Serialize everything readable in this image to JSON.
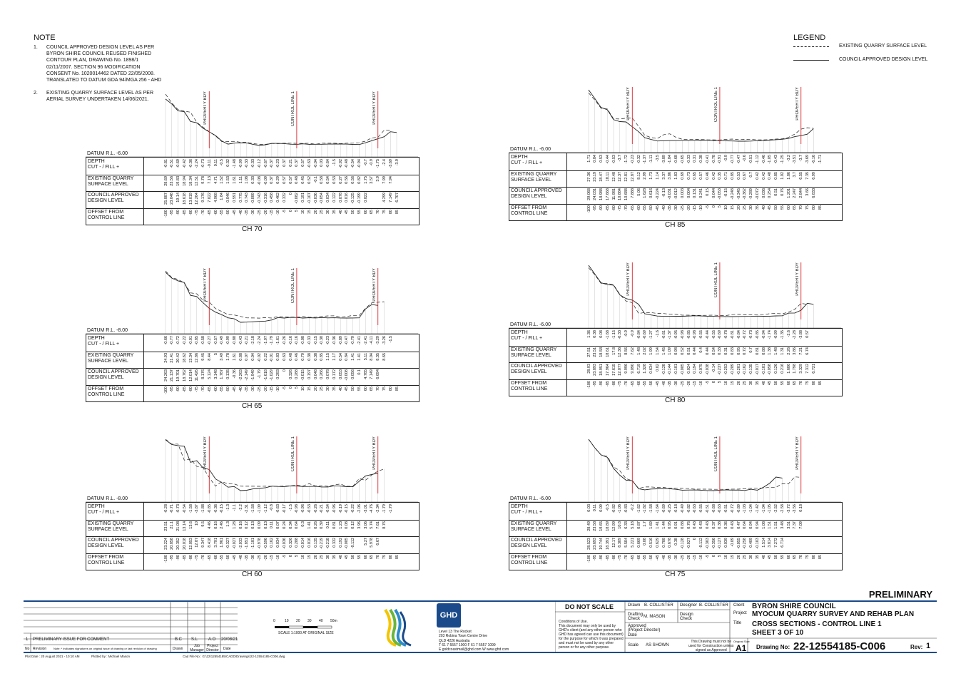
{
  "note": {
    "title": "NOTE",
    "items": [
      {
        "num": "1.",
        "text": "COUNCIL APPROVED DESIGN LEVEL AS PER\nBYRON SHIRE COUNCIL REUSED FINISHED\nCONTOUR PLAN, DRAWING No. 1898/1\n02/11/2007. SECTION 96 MODIFICATION\nCONSENT No. 1020014462 DATED 22/05/2008.\nTRANSLATED TO DATUM GDA 94/MGA z56 - AHD"
      },
      {
        "num": "2.",
        "text": "EXISTING QUARRY SURFACE LEVEL AS PER\nAERIAL SURVEY UNDERTAKEN 14/06/2021."
      }
    ]
  },
  "legend": {
    "title": "LEGEND",
    "items": [
      {
        "label": "EXISTING QUARRY SURFACE LEVEL",
        "style": "dashed"
      },
      {
        "label": "COUNCIL APPROVED DESIGN LEVEL",
        "style": "solid"
      }
    ]
  },
  "row_labels": [
    "DEPTH\nCUT - / FILL +",
    "EXISTING QUARRY\nSURFACE LEVEL",
    "COUNCIL APPROVED\nDESIGN LEVEL",
    "OFFSET FROM\nCONTROL LINE"
  ],
  "markers": {
    "property_bdy": "PROPERTY BDY",
    "control_line": "CONTROL LINE 1"
  },
  "offsets": [
    "-100",
    "-95",
    "-90",
    "-85",
    "-80",
    "-75",
    "-70",
    "-65",
    "-60",
    "-55",
    "-50",
    "-45",
    "-40",
    "-35",
    "-30",
    "-25",
    "-20",
    "-15",
    "-10",
    "-5",
    "0",
    "5",
    "10",
    "15",
    "20",
    "25",
    "30",
    "35",
    "40",
    "45",
    "50",
    "55",
    "60",
    "65",
    "70",
    "75",
    "80",
    "85"
  ],
  "sections": [
    {
      "name": "CH 70",
      "datum": "DATUM R.L. -6.00",
      "depth": [
        "-0.81",
        "-0.51",
        "-0.69",
        "-0.42",
        "-0.36",
        "-2.24",
        "-0.73",
        "-0.11",
        "0.11",
        "-0.5",
        "0.32",
        "-1.48",
        "-0.99",
        "-0.33",
        "-0.33",
        "-0.12",
        "-0.67",
        "-0.37",
        "-0.23",
        "0.37",
        "0.21",
        "0.37",
        "0.57",
        "-0.63",
        "-0.04",
        "0.03",
        "-0.64",
        "-1.5",
        "-0.92",
        "-0.48",
        "-0.54",
        "-0.94",
        "-0.7",
        "-0.9",
        "-1.75",
        "-2.4",
        "-3.69",
        "-3.9"
      ],
      "existing": [
        "28.69",
        "23.56",
        "19.83",
        "18.94",
        "18.34",
        "12.51",
        "9.78",
        "7.13",
        "4.71",
        "1.52",
        "1.53",
        "1.61",
        "1.11",
        "1.08",
        "0.33",
        "-0.08",
        "-0.09",
        "0.37",
        "0.29",
        "0.57",
        "0.57",
        "0.48",
        "0.45",
        "0.52",
        "-0.1",
        "0.58",
        "0.54",
        "0.53",
        "0.27",
        "0.56",
        "0.56",
        "0.82",
        "1.75",
        "3.57",
        "3.9",
        "7.99",
        "7.94",
        ""
      ],
      "design": [
        "25.887",
        "23.048",
        "19.14",
        "18.618",
        "13.019",
        "12.264",
        "9.176",
        "7.022",
        "4.968",
        "1.84",
        "0.046",
        "0.591",
        "0.775",
        "0.743",
        "-0.089",
        "-0.743",
        "-0.316",
        "0.458",
        "0.462",
        "0.332",
        "0",
        "-0.082",
        "0.191",
        "-0.107",
        "-0.036",
        "-0.054",
        "0.034",
        "0.122",
        "0.078",
        "0.016",
        "-0.125",
        "-0.199",
        "0.822",
        "",
        "",
        "4.299",
        "7.149",
        "6.707"
      ]
    },
    {
      "name": "CH 85",
      "datum": "DATUM R.L. -6.00",
      "depth": [
        "1.71",
        "0.84",
        "0.53",
        "-0.44",
        "-0.53",
        "-3.7",
        "-1.72",
        "-0.23",
        "-0.32",
        "-1.37",
        "-1.11",
        "-3.5",
        "-3.89",
        "-1.84",
        "-0.68",
        "-0.65",
        "-0.33",
        "0.31",
        "-0.38",
        "-0.41",
        "-0.78",
        "-0.91",
        "-0.9",
        "-0.77",
        "-0.47",
        "-0.6",
        "-0.51",
        "-1.12",
        "-0.46",
        "-1.05",
        "-0.43",
        "-1.25",
        "-3.2",
        "-3.51",
        "-3.7",
        "-3.69",
        "-6.16",
        "-1.71"
      ],
      "existing": [
        "27.36",
        "23.19",
        "18.47",
        "18.11",
        "12.48",
        "12.37",
        "12.81",
        "12.87",
        "8.12",
        "2.99",
        "1.73",
        "1.14",
        "3.37",
        "3.86",
        "1.83",
        "0.69",
        "0.73",
        "0.65",
        "0.57",
        "0.46",
        "0.42",
        "0.35",
        "0.71",
        "0.85",
        "0.53",
        "0.67",
        "0.7",
        "0.42",
        "0.42",
        "0.48",
        "0.85",
        "1.02",
        "1.86",
        "3.7",
        "6.55",
        "7.35",
        "6.99",
        ""
      ],
      "design": [
        "29.068",
        "24.031",
        "18.988",
        "17.668",
        "11.981",
        "10.884",
        "10.688",
        "7.888",
        "5.06",
        "1.628",
        "0.616",
        "-0.224",
        "-0.13",
        "-0.031",
        "-0.012",
        "0.003",
        "0.004",
        "0.131",
        "0.241",
        "0.15",
        "0.044",
        "-0.053",
        "-0.15",
        "-0.248",
        "-0.345",
        "-0.362",
        "-0.289",
        "-0.072",
        "0.036",
        "0.254",
        "0.51",
        "0.76",
        "1.201",
        "2.247",
        "2.844",
        "3.66",
        "6.833",
        ""
      ]
    },
    {
      "name": "CH 65",
      "datum": "DATUM R.L. -8.00",
      "depth": [
        "-0.66",
        "-0.77",
        "-0.72",
        "-0.22",
        "-0.01",
        "-0.85",
        "-0.58",
        "-0.27",
        "-0.57",
        "-0.49",
        "-0.99",
        "-0.88",
        "-0.43",
        "-0.21",
        "-2.18",
        "-2.24",
        "-1.97",
        "-1.79",
        "-1.61",
        "-0.26",
        "-0.16",
        "-0.16",
        "-0.08",
        "-0.33",
        "-0.15",
        "-0.38",
        "-0.23",
        "-0.36",
        "-0.89",
        "-0.47",
        "-0.79",
        "-2.41",
        "-2.41",
        "-4.11",
        "-3.29",
        "-3.26",
        "-1.5",
        ""
      ],
      "existing": [
        "24.93",
        "21.41",
        "20.42",
        "18.62",
        "13.34",
        "12.86",
        "9.45",
        "8.44",
        "5",
        "3.49",
        "1.78",
        "1.61",
        "0.88",
        "0.07",
        "0.04",
        "-0.02",
        "0.22",
        "-0.01",
        "0.83",
        "0.63",
        "0.48",
        "0.46",
        "0.79",
        "0.38",
        "0.38",
        "0.85",
        "1.15",
        "1.17",
        "0.54",
        "0.84",
        "1.41",
        "1.41",
        "5.11",
        "8.04",
        "8.35",
        "8.65",
        "",
        ""
      ],
      "design": [
        "24.263",
        "21.137",
        "19.701",
        "18.762",
        "12.014",
        "11.426",
        "8.176",
        "5.124",
        "3.148",
        "1.787",
        "0.135",
        "-0.36",
        "-2.263",
        "-2.149",
        "-1.949",
        "-1.79",
        "-1.618",
        "-1.029",
        "0.283",
        "0",
        "0.326",
        "0.288",
        "-0.015",
        "0.197",
        "0.048",
        "0.266",
        "0.078",
        "0.172",
        "0.053",
        "-0.008",
        "0.056",
        "0.1",
        "4.785",
        "7.149",
        "6.694",
        "",
        "",
        ""
      ]
    },
    {
      "name": "CH 80",
      "datum": "DATUM R.L. -6.00",
      "depth": [
        "1.36",
        "0.38",
        "0.08",
        "-1.68",
        "-1.15",
        "-0.33",
        "-0.9",
        "-0.9",
        "-0.84",
        "-0.69",
        "-1.27",
        "-1.6",
        "-0.61",
        "-1.37",
        "-0.95",
        "-0.98",
        "-0.85",
        "-0.98",
        "-0.55",
        "-0.44",
        "-0.55",
        "-0.69",
        "-0.78",
        "-0.81",
        "-0.84",
        "-0.72",
        "-0.73",
        "-0.85",
        "-0.94",
        "-1.74",
        "-0.99",
        "-1.35",
        "-2.6",
        "-2.28",
        "-3.88",
        "0.57",
        "",
        ""
      ],
      "existing": [
        "27.51",
        "23.51",
        "18.58",
        "18.61",
        "17.8",
        "12.36",
        "8.56",
        "7.62",
        "1.48",
        "2.02",
        "1.99",
        "1.54",
        "1.45",
        "1.09",
        "0.98",
        "0.52",
        "0.51",
        "0.44",
        "0.4",
        "0.44",
        "0.54",
        "0.33",
        "0.31",
        "0.83",
        "0.95",
        "0.72",
        "0.7",
        "0.81",
        "0.88",
        "1.38",
        "1.48",
        "1.31",
        "2.26",
        "3.86",
        "7.21",
        "6.74",
        "",
        ""
      ],
      "design": [
        "28.93",
        "23.893",
        "18.951",
        "17.964",
        "17.615",
        "12.077",
        "9.996",
        "9.090",
        "6.719",
        "1.328",
        "0.634",
        "0.02",
        "-0.128",
        "-0.144",
        "-0.101",
        "-0.085",
        "0.024",
        "0.194",
        "0.075",
        "-0.038",
        "-0.14",
        "-0.237",
        "-0.253",
        "-0.289",
        "-0.201",
        "-0.162",
        "-0.135",
        "-0.017",
        "-0.101",
        "-0.058",
        "0.126",
        "0.216",
        "1.686",
        "1.798",
        "3.329",
        "7.312",
        "6.721",
        ""
      ]
    },
    {
      "name": "CH 60",
      "datum": "DATUM R.L. -8.00",
      "depth": [
        "-0.28",
        "-0.71",
        "-0.73",
        "-0.54",
        "-1.58",
        "-3.87",
        "-1.88",
        "-0.85",
        "-0.36",
        "-0.15",
        "-1.3",
        "-1.1",
        "-2.2",
        "-2.31",
        "-1.58",
        "-1.09",
        "-1.12",
        "-0.8",
        "-0.63",
        "-0.17",
        "-1.5",
        "-0.98",
        "-0.96",
        "-0.53",
        "-0.26",
        "-0.21",
        "-0.54",
        "-0.96",
        "-0.19",
        "-0.15",
        "-0.22",
        "-2.06",
        "-3.01",
        "-4.76",
        "-2.34",
        "-1.79",
        "-1.79",
        ""
      ],
      "existing": [
        "23.51",
        "21.1",
        "21.08",
        "13.14",
        "13.6",
        "10",
        "9.5",
        "4.46",
        "0.16",
        "2.46",
        "1.3",
        "1.28",
        "0.16",
        "0.12",
        "0.13",
        "0.09",
        "0.13",
        "0.11",
        "0.07",
        "0.24",
        "0.34",
        "0.64",
        "0.3",
        "1.41",
        "0.26",
        "0.39",
        "0.11",
        "0.81",
        "1.23",
        "0.08",
        "0.12",
        "3.96",
        "3.06",
        "5.74",
        "7.61",
        "8.76",
        "",
        ""
      ],
      "design": [
        "23.224",
        "20.858",
        "20.352",
        "20.018",
        "12.053",
        "12.87",
        "9.347",
        "8.418",
        "3.791",
        "1.961",
        "-0.327",
        "-0.027",
        "-2.033",
        "-1.851",
        "-1.181",
        "-0.978",
        "-0.596",
        "0.162",
        "0.034",
        "-0.036",
        "0.326",
        "0.288",
        "-0.014",
        "0.016",
        "0.135",
        "-0.219",
        "-0.218",
        "0.332",
        "0.192",
        "-0.085",
        "-0.112",
        "",
        "5.27",
        "5.978",
        "6.67",
        "",
        "",
        ""
      ]
    },
    {
      "name": "CH 75",
      "datum": "DATUM R.L. -6.00",
      "depth": [
        "0.03",
        "0.11",
        "0.09",
        "-0.5",
        "-0.82",
        "-1.06",
        "-0.83",
        "-0.2",
        "-1.62",
        "-1.82",
        "-1.58",
        "-1.64",
        "-0.69",
        "-0.25",
        "-0.18",
        "-0.49",
        "-0.82",
        "-0.63",
        "-0.55",
        "-0.51",
        "-0.68",
        "-0.63",
        "-0.51",
        "-0.72",
        "-0.89",
        "-1.03",
        "-1.04",
        "-1.42",
        "-1.04",
        "-1.05",
        "-2.52",
        "-2.58",
        "-3.72",
        "-3.56",
        "0.18",
        "",
        "",
        ""
      ],
      "existing": [
        "28.49",
        "23.58",
        "19.65",
        "18.89",
        "12.99",
        "10.8",
        "6.33",
        "5.18",
        "0.87",
        "1.7",
        "1.69",
        "1.41",
        "1.44",
        "0.95",
        "0.91",
        "0.88",
        "0.76",
        "0.43",
        "0.43",
        "0.43",
        "0.37",
        "0.38",
        "0.36",
        "0.43",
        "0.47",
        "0.64",
        "0.94",
        "0.94",
        "1.08",
        "1.51",
        "1.51",
        "3.48",
        "3.51",
        "7.37",
        "7.09",
        "",
        "",
        ""
      ],
      "design": [
        "28.523",
        "23.693",
        "19.744",
        "18.391",
        "12.17",
        "8.309",
        "5.504",
        "5.221",
        "0.669",
        "0.08",
        "0.516",
        "0.629",
        "0.788",
        "0.678",
        "0.38",
        "-0.128",
        "-0.027",
        "0",
        "-0.112",
        "-0.303",
        "-0.356",
        "-0.127",
        "0.039",
        "-0.09",
        "-0.055",
        "-0.258",
        "0.409",
        "-0.103",
        "1.514",
        "3.814",
        "7.272",
        "6.714",
        "",
        "",
        "",
        "",
        "",
        ""
      ]
    }
  ],
  "preliminary": "PRELIMINARY",
  "revision": {
    "no": "1",
    "desc": "PRELIMINARY ISSUE FOR COMMENT",
    "drawn": "B.C",
    "job_manager": "S.L",
    "director": "A.O",
    "date": "20/08/21",
    "headers": [
      "No",
      "Revision",
      "Note: * indicates signatures on original issue of drawing or last revision of drawing",
      "Drawn",
      "Job Manager",
      "Project Director",
      "Date"
    ]
  },
  "scale_bar": {
    "ticks": [
      "0",
      "10",
      "20",
      "30",
      "40",
      "50m"
    ],
    "caption": "SCALE 1:1000 AT ORIGINAL SIZE"
  },
  "ghd": {
    "logo": "GHD",
    "address": [
      "Level 13 The Rocket",
      "203 Robina Town Centre Drive",
      "QLD 4226 Australia",
      "T 61 7 5557 1000  F 61 7 5557 1099",
      "E goldcoastmail@ghd.com  W www.ghd.com"
    ]
  },
  "conditions": {
    "title": "DO NOT SCALE",
    "text": "Conditions of Use.\nThis document may only be used by\nGHD's client (and any other person who\nGHD has agreed can use this document)\nfor the purpose for which it was prepared\nand must not be used by any other\nperson or for any other purpose."
  },
  "people": {
    "drawn_label": "Drawn",
    "drawn": "B. COLLISTER",
    "designer_label": "Designer",
    "designer": "B. COLLISTER",
    "drafting_label": "Drafting\nCheck",
    "drafting": "M. MASON",
    "design_check_label": "Design\nCheck",
    "approved_label": "Approved\n(Project Director)",
    "date_label": "Date",
    "scale_label": "Scale",
    "scale": "AS SHOWN",
    "construction_note": "This Drawing must not be\nused for Construction unless\nsigned as Approved"
  },
  "client": {
    "client_label": "Client",
    "client": "BYRON SHIRE COUNCIL",
    "project_label": "Project",
    "project": "MYOCUM QUARRY SURVEY AND REHAB PLAN",
    "title_label": "Title",
    "title1": "CROSS SECTIONS - CONTROL LINE 1",
    "title2": "SHEET 3 OF 10",
    "size_label": "Original Size",
    "size": "A1",
    "drawing_no_label": "Drawing No:",
    "drawing_no": "22-12554185-C006",
    "rev_label": "Rev:",
    "rev": "1"
  },
  "footer": {
    "plot_date": "Plot Date : 20 August 2021 - 10:10 AM",
    "plotted_by": "Plotted by : Michael Mason",
    "cad_file": "Cad File No : G:\\22\\12554185\\CADD\\Drawings\\22-12554185-C006.dwg"
  },
  "colors": {
    "marker_red": "#d8262c",
    "ghd_blue": "#1a4a8a",
    "rule_blue": "#1a4a8a"
  }
}
